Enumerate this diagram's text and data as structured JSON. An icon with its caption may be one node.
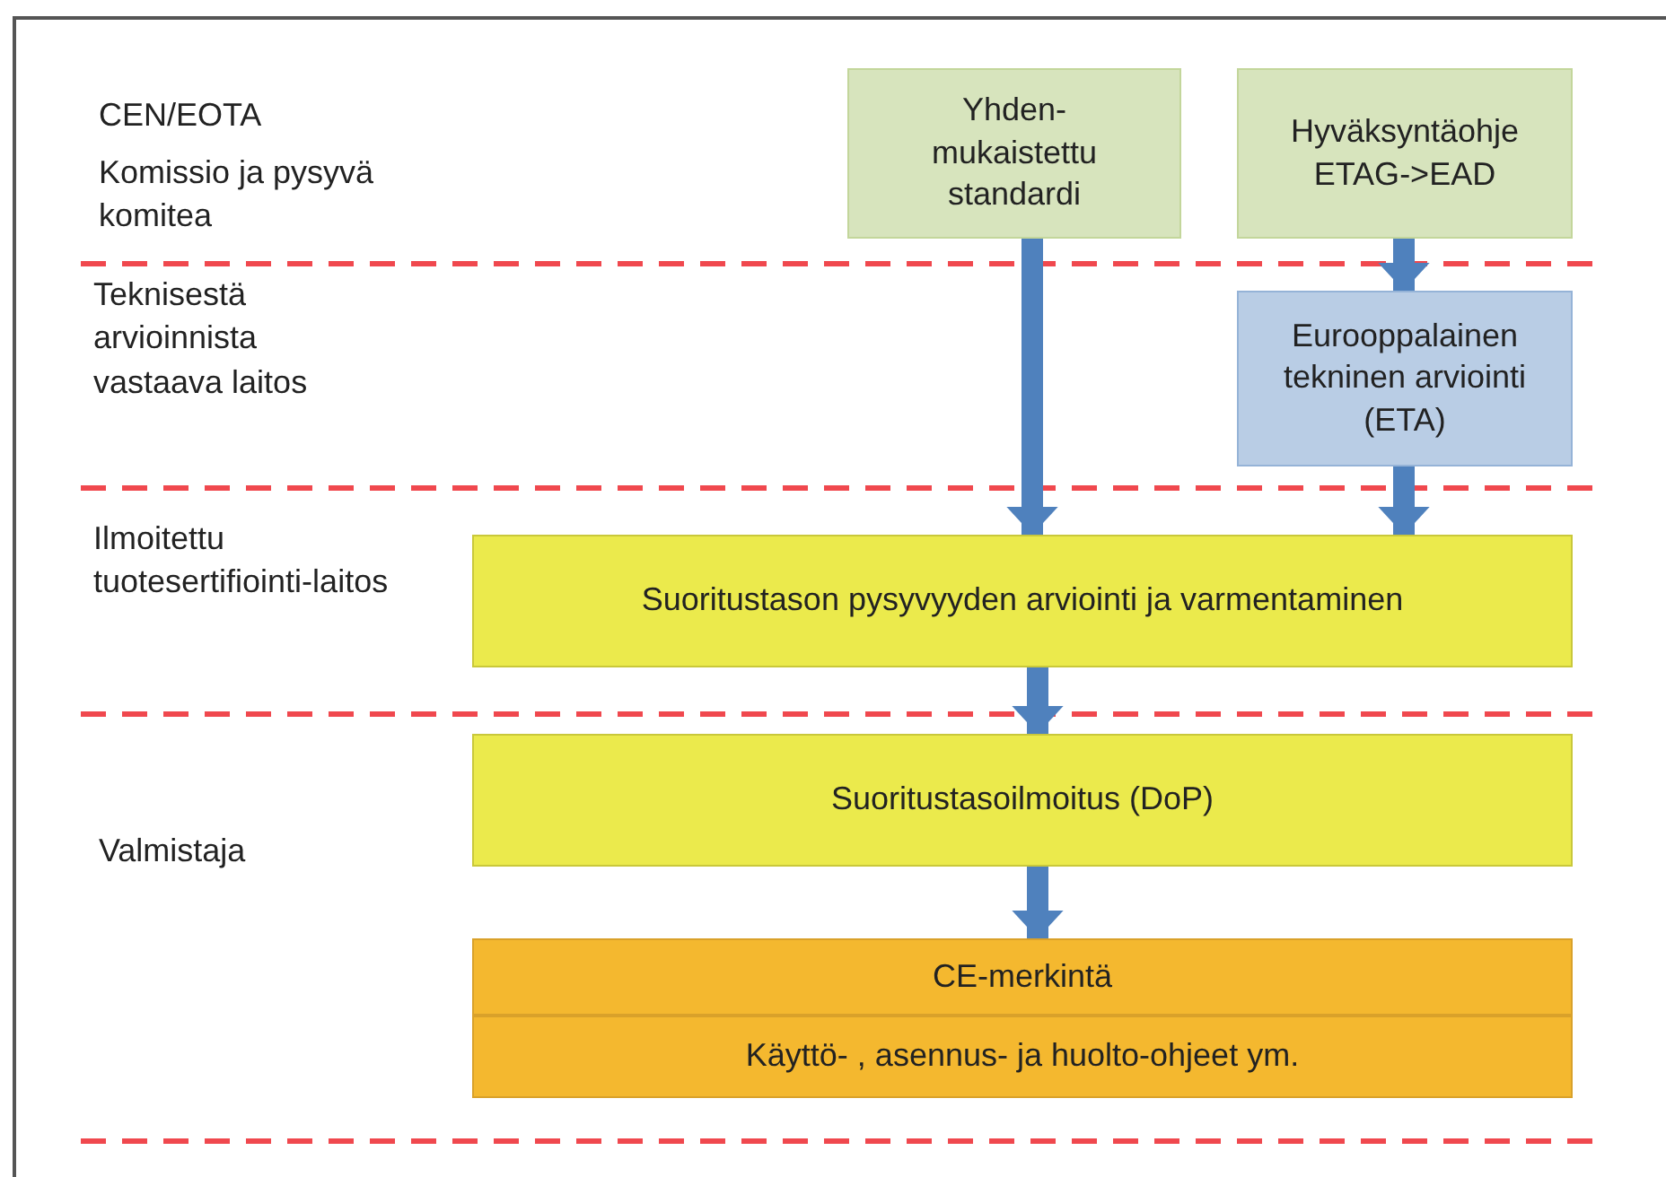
{
  "diagram": {
    "nodes": [
      {
        "text": [
          "Yhden- mukaistettu standardi"
        ]
      },
      {
        "text": [
          "Hyväksyntäohje ETAG->EAD"
        ]
      },
      {
        "text": [
          "Eurooppalainen tekninen arviointi (ETA)"
        ]
      },
      {
        "text": [
          "Suoritustason pysyvyyden arviointi ja varmentaminen"
        ]
      },
      {
        "text": [
          "Suoritustasoilmoitus (DoP)"
        ]
      },
      {
        "text": [
          "CE-merkintä"
        ]
      },
      {
        "text": [
          "Käyttö- , asennus- ja huolto-ohjeet ym."
        ]
      }
    ],
    "edges": [
      {
        "from": 0,
        "to": 3,
        "arrow": "to"
      },
      {
        "from": 1,
        "to": 2,
        "arrow": "to"
      },
      {
        "from": 2,
        "to": 3,
        "arrow": "to"
      },
      {
        "from": 3,
        "to": 4,
        "arrow": "to"
      },
      {
        "from": 4,
        "to": 5,
        "arrow": "to"
      }
    ],
    "labels": [
      "CEN/EOTA",
      "Komissio ja pysyvä komitea",
      "Teknisestä arvioinnista vastaava laitos",
      "Ilmoitettu tuotesertifiointi-laitos",
      "Valmistaja"
    ]
  }
}
